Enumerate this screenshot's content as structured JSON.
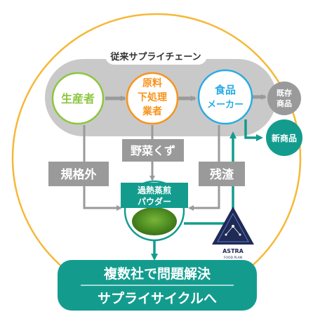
{
  "supply_chain": {
    "title": "従来サプライチェーン",
    "producer": "生産者",
    "processor_lines": [
      "原料",
      "下処理",
      "業者"
    ],
    "food_maker_lines": [
      "食品",
      "メーカー"
    ]
  },
  "products": {
    "existing_lines": [
      "既存",
      "商品"
    ],
    "new": "新商品"
  },
  "waste": {
    "off_spec": "規格外",
    "vegetable_scraps": "野菜くず",
    "residue": "残渣"
  },
  "powder_lines": [
    "過熱蒸煎",
    "パウダー"
  ],
  "brand": {
    "name": "ASTRA",
    "sub": "FOOD PLAN"
  },
  "result_lines": [
    "複数社で問題解決",
    "サプライサイクルへ"
  ],
  "colors": {
    "producer": "#8cc63f",
    "processor": "#f7941d",
    "food_maker": "#29abe2",
    "teal": "#139c8e",
    "gray": "#9a9a9a",
    "gray_band": "#c9c9c9",
    "ring": "#f6b838"
  }
}
